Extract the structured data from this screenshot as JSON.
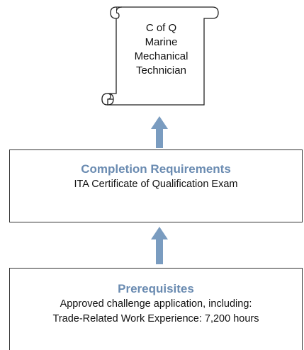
{
  "certificate": {
    "lines": [
      "C of Q",
      "Marine",
      "Mechanical",
      "Technician"
    ]
  },
  "completion": {
    "title": "Completion Requirements",
    "lines": [
      "ITA Certificate of Qualification Exam"
    ]
  },
  "prerequisites": {
    "title": "Prerequisites",
    "lines": [
      "Approved challenge application, including:",
      "Trade-Related Work Experience: 7,200 hours"
    ]
  },
  "colors": {
    "title_blue": "#6a8bb1",
    "arrow_blue": "#7a9cc0",
    "border": "#333333"
  }
}
